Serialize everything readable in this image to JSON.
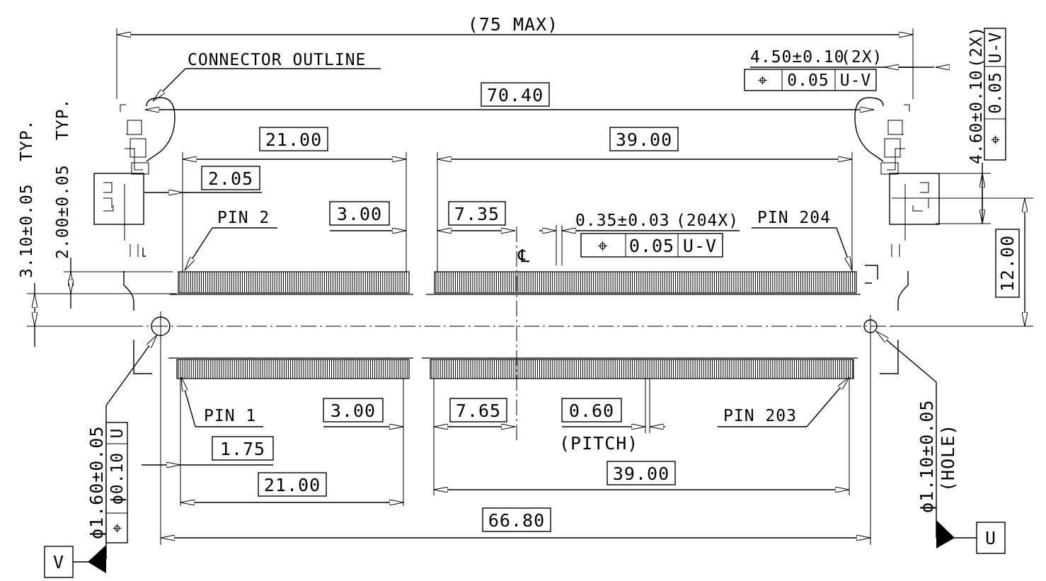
{
  "dims": {
    "overall_max": "(75 MAX)",
    "connector_outline": "CONNECTOR OUTLINE",
    "width_70_40": "70.40",
    "top_21_00": "21.00",
    "top_39_00": "39.00",
    "dim_2_05": "2.05",
    "top_3_00": "3.00",
    "top_7_35": "7.35",
    "pin2": "PIN 2",
    "pin204": "PIN 204",
    "pad_width": "0.35±0.03",
    "pad_count": "(204X)",
    "pad_fcf": {
      "sym": "⌖",
      "tol": "0.05",
      "ref": "U-V"
    },
    "key_width": "4.50±0.10",
    "key_count": "(2X)",
    "key_fcf": {
      "sym": "⌖",
      "tol": "0.05",
      "ref": "U-V"
    },
    "right_460": "4.60±0.10",
    "right_2x": "(2X)",
    "right_fcf": {
      "sym": "⌖",
      "tol": "0.05",
      "ref": "U-V"
    },
    "dim_12_00": "12.00",
    "left_310": "3.10±0.05",
    "left_310_typ": "TYP.",
    "left_200": "2.00±0.05",
    "left_200_typ": "TYP.",
    "centerline": "℄",
    "pin1": "PIN 1",
    "bot_3_00": "3.00",
    "bot_7_65": "7.65",
    "pitch_val": "0.60",
    "pitch_lbl": "(PITCH)",
    "pin203": "PIN 203",
    "bot_1_75": "1.75",
    "bot_21_00": "21.00",
    "bot_39_00": "39.00",
    "bot_66_80": "66.80",
    "hole_v_dia": "ϕ1.60±0.05",
    "hole_v_fcf": {
      "ref": "U",
      "tol": "ϕ0.10",
      "sym": "⌖"
    },
    "hole_u_dia": "ϕ1.10±0.05",
    "hole_u_lbl": "(HOLE)",
    "datum_v": "V",
    "datum_u": "U"
  }
}
